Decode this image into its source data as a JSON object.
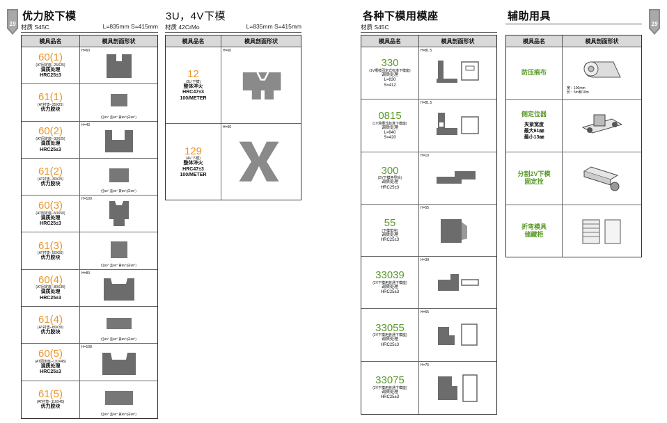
{
  "tabs": {
    "left": "19",
    "right": "19"
  },
  "section1": {
    "title": "优力胶下模",
    "material": "材质  S45C",
    "dims": "L=835mm  S=415mm",
    "header": {
      "c1": "模具品名",
      "c2": "模具剖面形状"
    },
    "rows": [
      {
        "code": "60(1)",
        "sub": "(AT固定座--25X25)",
        "l1": "调质处理",
        "l2": "HRC25±3",
        "h": "H=60",
        "note": ""
      },
      {
        "code": "61(1)",
        "sub": "(AT衬垫--25X25)",
        "l1": "优力胶块",
        "l2": "",
        "h": "",
        "note": "红80° 蓝90° 黄95°(白99°)"
      },
      {
        "code": "60(2)",
        "sub": "(AT固定座--30X25)",
        "l1": "调质处理",
        "l2": "HRC25±3",
        "h": "H=43",
        "note": ""
      },
      {
        "code": "61(2)",
        "sub": "(AT衬垫--30X25)",
        "l1": "优力胶块",
        "l2": "",
        "h": "",
        "note": "红80° 蓝90° 黄95°(白99°)"
      },
      {
        "code": "60(3)",
        "sub": "(AT固定座--50X50)",
        "l1": "调质处理",
        "l2": "HRC25±3",
        "h": "H=100",
        "note": ""
      },
      {
        "code": "61(3)",
        "sub": "(AT衬垫--50X50)",
        "l1": "优力胶块",
        "l2": "",
        "h": "",
        "note": "红80° 蓝90° 黄95°(白99°)"
      },
      {
        "code": "60(4)",
        "sub": "(AT固定座--80X30)",
        "l1": "调质处理",
        "l2": "HRC25±3",
        "h": "H=83",
        "note": ""
      },
      {
        "code": "61(4)",
        "sub": "(AT衬垫--80X30)",
        "l1": "优力胶块",
        "l2": "",
        "h": "",
        "note": "红80° 蓝90° 黄95°(白99°)"
      },
      {
        "code": "60(5)",
        "sub": "(AT固定座--110X45)",
        "l1": "调质处理",
        "l2": "HRC25±3",
        "h": "H=108",
        "note": ""
      },
      {
        "code": "61(5)",
        "sub": "(AT衬垫--110X45)",
        "l1": "优力胶块",
        "l2": "",
        "h": "",
        "note": "红80° 蓝90° 黄95°(白99°)"
      }
    ]
  },
  "section2": {
    "title": "3U，4V下模",
    "material": "材质  42CrMo",
    "dims": "L=835mm  S=415mm",
    "header": {
      "c1": "模具品名",
      "c2": "模具剖面形状"
    },
    "rows": [
      {
        "code": "12",
        "sub": "(3U 下模)",
        "l1": "整体淬火",
        "l2": "HRC47±3",
        "l3": "100/METER",
        "h": "H=60"
      },
      {
        "code": "129",
        "sub": "(4V 下模)",
        "l1": "整体淬火",
        "l2": "HRC47±3",
        "l3": "100/METER",
        "h": "H=60"
      }
    ]
  },
  "section3": {
    "title": "各种下模用模座",
    "material": "材质  S45C",
    "header": {
      "c1": "模具品名",
      "c2": "模具剖面形状"
    },
    "rows": [
      {
        "code": "330",
        "sub": "(1V槽枝固定式标准下模座)",
        "l1": "调质处理",
        "l2": "L=830",
        "l3": "S=412",
        "h": "H=81.5"
      },
      {
        "code": "0815",
        "sub": "(1V滑槽式标准下模座)",
        "l1": "调质处理",
        "l2": "L=840",
        "l3": "S=420",
        "h": "H=81.5"
      },
      {
        "code": "300",
        "sub": "(2V下模用导轨)",
        "l1": "调质处理",
        "l2": "HRC25±3",
        "l3": "",
        "h": "H=10"
      },
      {
        "code": "55",
        "sub": "(下模垫块)",
        "l1": "调质处理",
        "l2": "HRC25±3",
        "l3": "",
        "h": "H=55"
      },
      {
        "code": "33039",
        "sub": "(2V下模用普通下模座)",
        "l1": "调质处理",
        "l2": "HRC25±3",
        "l3": "",
        "h": "H=39"
      },
      {
        "code": "33055",
        "sub": "(2V下模用普通下模座)",
        "l1": "调质处理",
        "l2": "HRC25±3",
        "l3": "",
        "h": "H=55"
      },
      {
        "code": "33075",
        "sub": "(2V下模用普通下模座)",
        "l1": "调质处理",
        "l2": "HRC25±3",
        "l3": "",
        "h": "H=75"
      }
    ]
  },
  "section4": {
    "title": "辅助用具",
    "header": {
      "c1": "模具品名",
      "c2": "模具剖面形状"
    },
    "rows": [
      {
        "name": "防压痕布",
        "d1": "宽：100mm",
        "d2": "长：5m和10m"
      },
      {
        "name": "侧定位器",
        "d1": "夹紧宽度",
        "d2": "最大61㎜",
        "d3": "最小13㎜"
      },
      {
        "name": "分割2V下模",
        "name2": "固定拴"
      },
      {
        "name": "折弯模具",
        "name2": "储藏柜"
      }
    ]
  }
}
